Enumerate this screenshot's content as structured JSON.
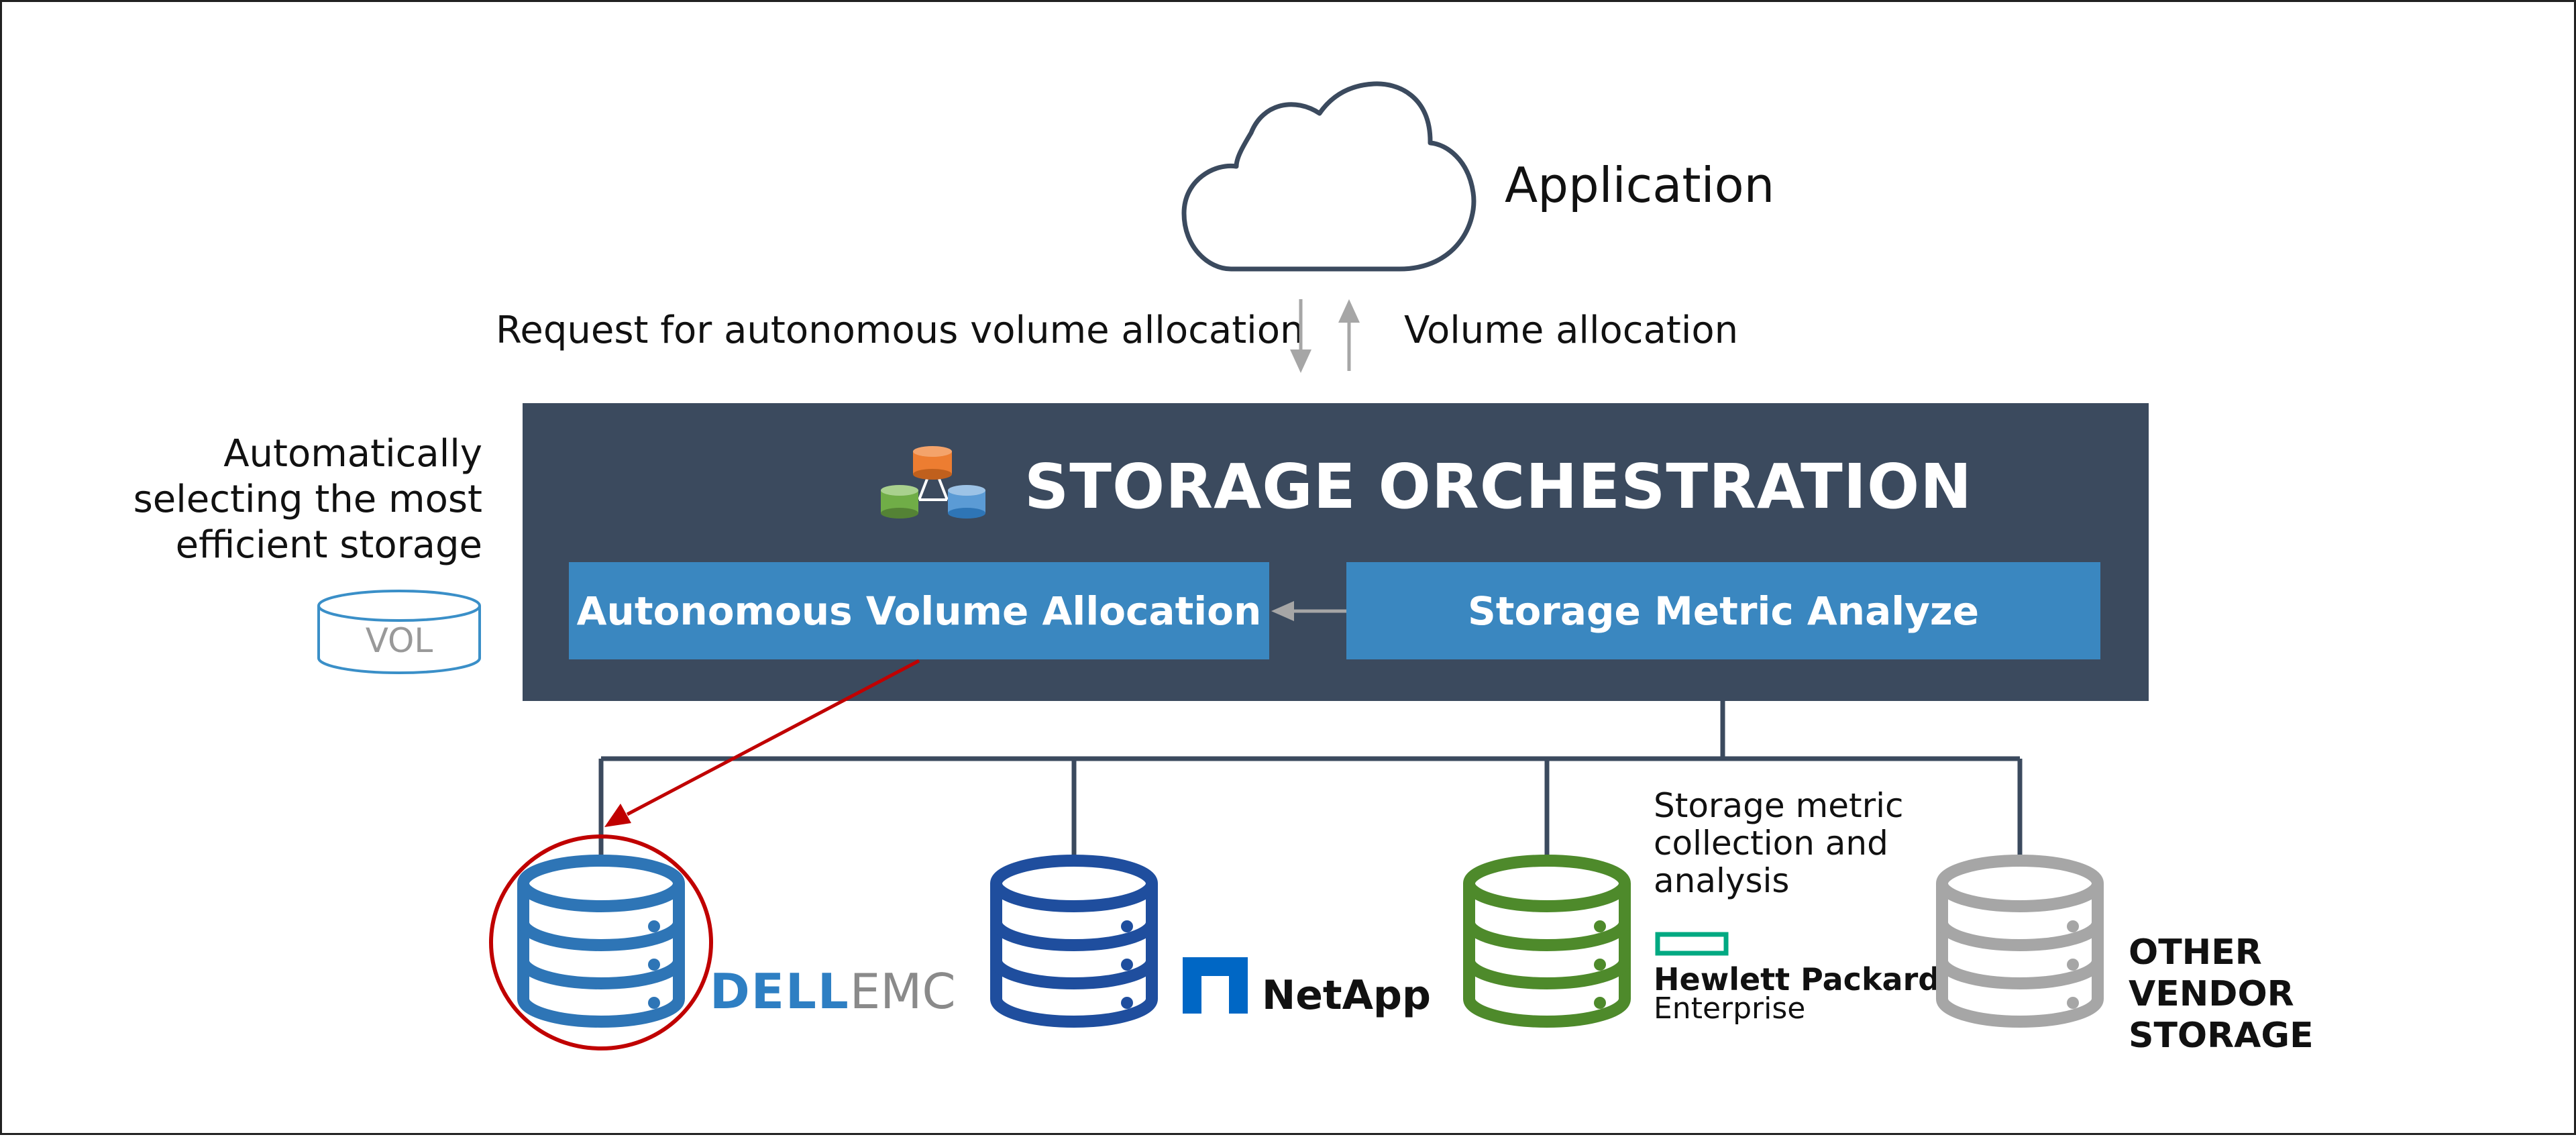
{
  "application": {
    "label": "Application",
    "icon": "cloud-icon"
  },
  "arrows": {
    "request_label": "Request for autonomous volume allocation",
    "response_label": "Volume allocation"
  },
  "left_note": {
    "text": "Automatically selecting the most efficient storage",
    "vol_label": "VOL"
  },
  "orchestration": {
    "title": "STORAGE ORCHESTRATION",
    "icon": "storage-cluster-icon",
    "modules": [
      {
        "label": "Autonomous Volume Allocation"
      },
      {
        "label": "Storage Metric Analyze"
      }
    ]
  },
  "storages": [
    {
      "vendor": "DELL",
      "vendor_suffix": "EMC",
      "color": "#2e75b6",
      "selected": true
    },
    {
      "vendor": "NetApp",
      "color": "#1f4e9e"
    },
    {
      "vendor": "Hewlett Packard",
      "vendor_sub": "Enterprise",
      "color": "#4e8a2b"
    },
    {
      "vendor": "OTHER VENDOR STORAGE",
      "color": "#a6a6a6"
    }
  ],
  "metric_note": "Storage metric collection and analysis",
  "colors": {
    "panel": "#3b4a5e",
    "module": "#3a87c0",
    "connector": "#3b4a5e",
    "selection": "#c00000",
    "arrow": "#a6a6a6",
    "hpe": "#01a982",
    "netapp": "#0067c5"
  }
}
